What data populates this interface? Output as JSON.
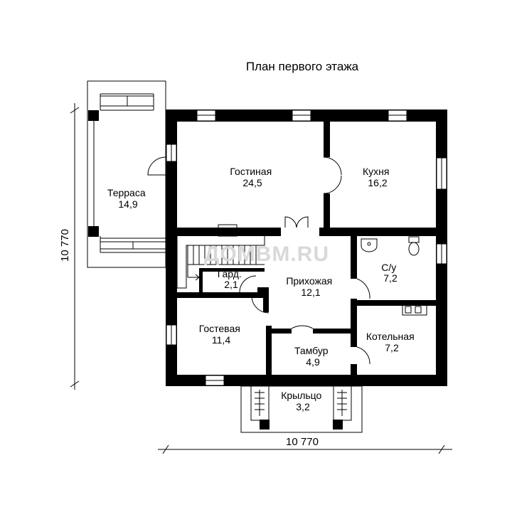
{
  "title": "План первого этажа",
  "watermark": "ДОМВМ.RU",
  "rooms": [
    {
      "name": "Терраса",
      "area": "14,9"
    },
    {
      "name": "Гостиная",
      "area": "24,5"
    },
    {
      "name": "Кухня",
      "area": "16,2"
    },
    {
      "name": "С/у",
      "area": "7,2"
    },
    {
      "name": "Гард.",
      "area": "2,1"
    },
    {
      "name": "Прихожая",
      "area": "12,1"
    },
    {
      "name": "Гостевая",
      "area": "11,4"
    },
    {
      "name": "Котельная",
      "area": "7,2"
    },
    {
      "name": "Тамбур",
      "area": "4,9"
    },
    {
      "name": "Крыльцо",
      "area": "3,2"
    }
  ],
  "dimensions": {
    "horizontal": "10 770",
    "vertical": "10 770"
  },
  "colors": {
    "wall": "#000000",
    "line": "#000000",
    "watermark": "#d9d9d9"
  }
}
